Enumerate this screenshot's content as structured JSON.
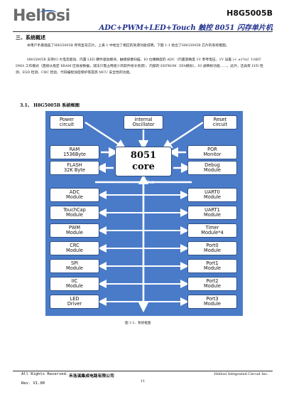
{
  "header": {
    "logo_text": "Hellosi",
    "chip_name": "H8G5005B",
    "subtitle": "ADC+PWM+LED+Touch 触控 8051 闪存单片机"
  },
  "section": {
    "title": "三、系统概述",
    "paragraphs": [
      "本用户手册涵盖了H8G5005B 所有型号芯片。上表 1 中给出了相应的资源功能说明。下图 1-1 给出了H8G5005B 芯片的系统框图。",
      "H8G5005B 支持IO 大电流驱动、内置 LED 硬件驱动模块、触摸按键扫描、IO 位端精度的 ADC（内置高精度 1V 参考电压、1V 误差 (< ±1%)）UART DMA 工作模式（直接从指定 XRAM 区收发数据，减法只需占用极少的软件指令资源）、内部的 EEPROM（IFA模拟），IO 通映射功能……，此外，还具有 LVD 检测、ESD 检测、CRC 检验、代码编程加密保护等提高 MCU 安全性的功能。"
    ]
  },
  "subsection": {
    "title": "3.1、  H8G5005B 系统框图"
  },
  "diagram": {
    "power": [
      "Power",
      "circuit"
    ],
    "osc": [
      "internal",
      "Oscillator"
    ],
    "reset": [
      "Reset",
      "circuit"
    ],
    "ram": [
      "RAM",
      "1536Byte"
    ],
    "flash": [
      "FLASH",
      "32K Byte"
    ],
    "core": [
      "8051",
      "core"
    ],
    "por": [
      "POR",
      "Monitor"
    ],
    "debug": [
      "Debug",
      "Module"
    ],
    "bus": "Bus",
    "left_modules": [
      [
        "ADC",
        "Module"
      ],
      [
        "TouchCap",
        "Module"
      ],
      [
        "PWM",
        "Module"
      ],
      [
        "CRC",
        "Module"
      ],
      [
        "SPI",
        "Module"
      ],
      [
        "IIC",
        "Module"
      ],
      [
        "LED",
        "Driver"
      ]
    ],
    "right_modules": [
      [
        "UART0",
        "Module"
      ],
      [
        "UART1",
        "Module"
      ],
      [
        "Timer",
        "Module*4"
      ],
      [
        "Port0",
        "Module"
      ],
      [
        "Port1",
        "Module"
      ],
      [
        "Port2",
        "Module"
      ],
      [
        "Port3",
        "Module"
      ]
    ],
    "colors": {
      "background": "#4a7bc8",
      "block": "#ffffff",
      "arrow": "#ffffff"
    }
  },
  "figure_caption": "图 1-1、系统框图",
  "footer": {
    "rights": "All Rights Reserved.",
    "version": "Rev. V1.00",
    "company_cn": "禾洛溪集成电路有限公司",
    "page_number": "11",
    "company_en": "Hellosi Integrated Circuit Inc."
  }
}
